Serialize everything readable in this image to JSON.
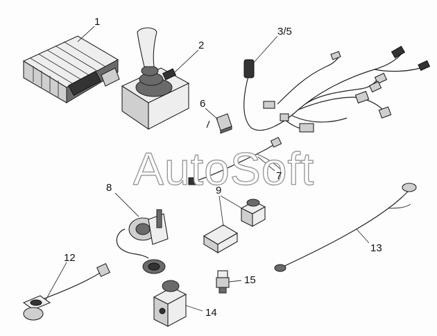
{
  "watermark": "AutoSoft",
  "callouts": {
    "c1": "1",
    "c2": "2",
    "c3": "3/5",
    "c6": "6",
    "c7": "7",
    "c8": "8",
    "c9": "9",
    "c12": "12",
    "c13": "13",
    "c14": "14",
    "c15": "15"
  }
}
